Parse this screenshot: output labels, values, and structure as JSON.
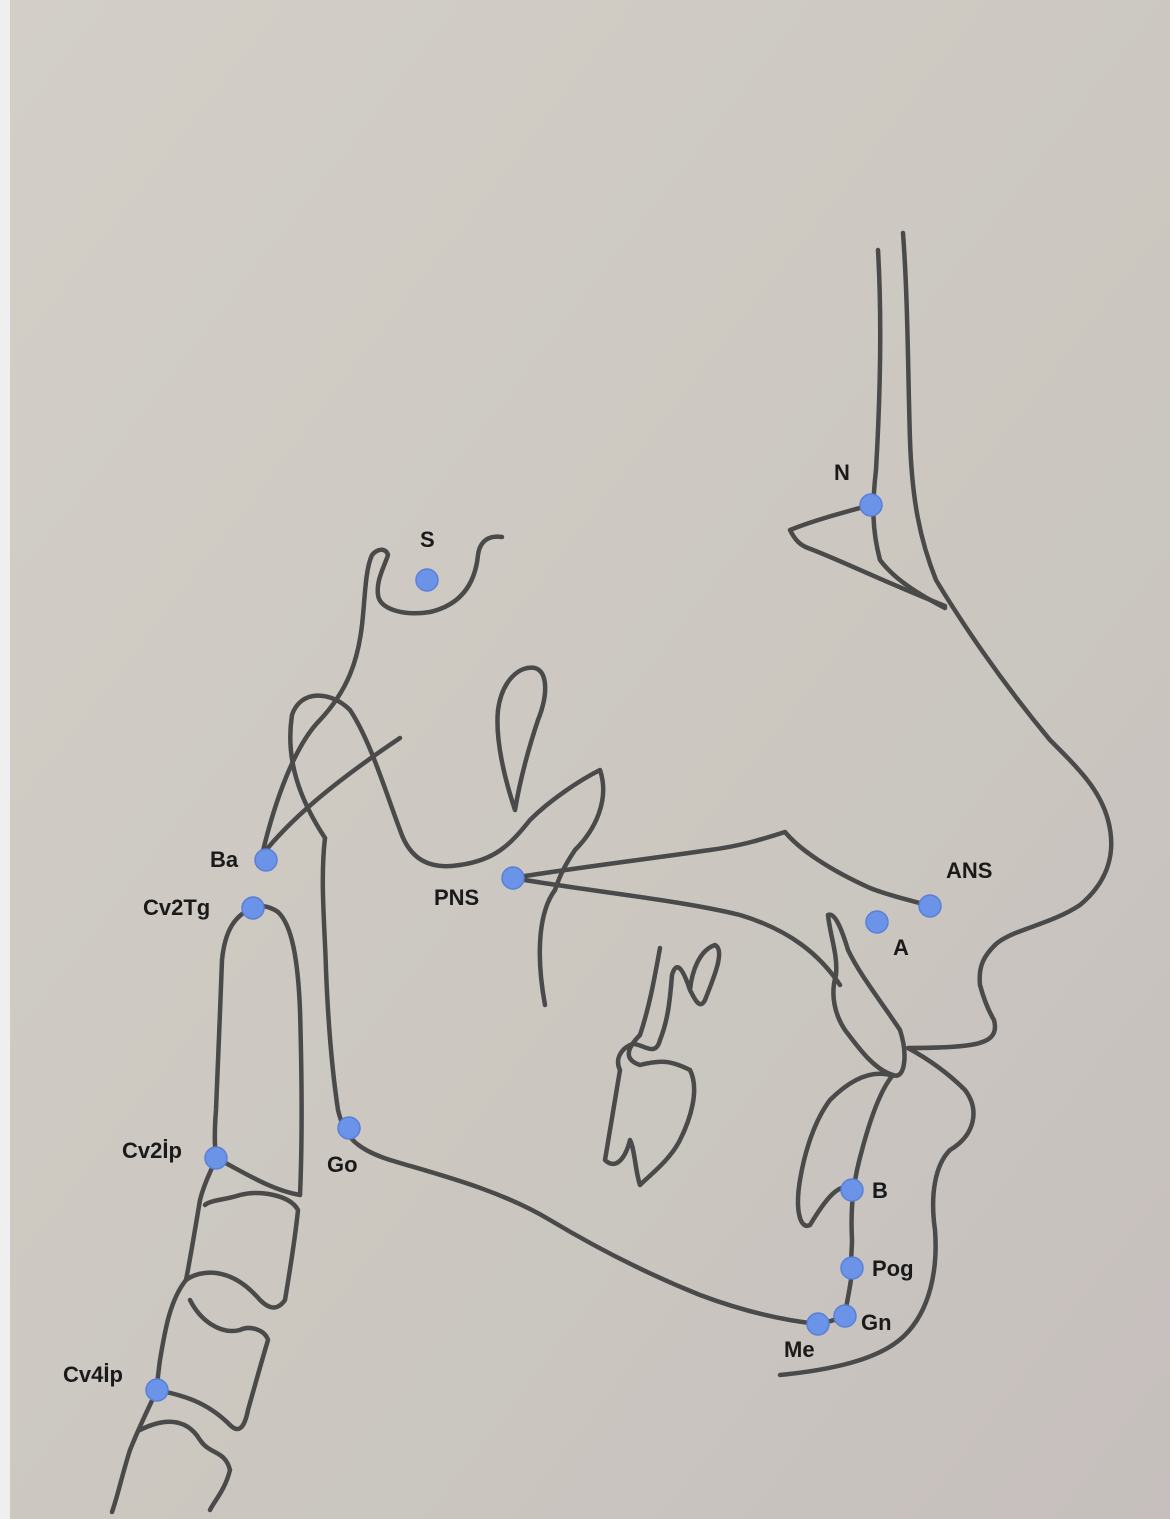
{
  "colors": {
    "paper": "#cdc9c2",
    "trace": "#4a4a4a",
    "landmark": "#6b93e8",
    "label": "#1a1a1a"
  },
  "landmarks": {
    "N": {
      "label": "N"
    },
    "S": {
      "label": "S"
    },
    "Ba": {
      "label": "Ba"
    },
    "Cv2Tg": {
      "label": "Cv2Tg"
    },
    "PNS": {
      "label": "PNS"
    },
    "ANS": {
      "label": "ANS"
    },
    "A": {
      "label": "A"
    },
    "Cv2ip": {
      "label": "Cv2İp"
    },
    "Go": {
      "label": "Go"
    },
    "B": {
      "label": "B"
    },
    "Pog": {
      "label": "Pog"
    },
    "Gn": {
      "label": "Gn"
    },
    "Me": {
      "label": "Me"
    },
    "Cv4ip": {
      "label": "Cv4İp"
    }
  }
}
